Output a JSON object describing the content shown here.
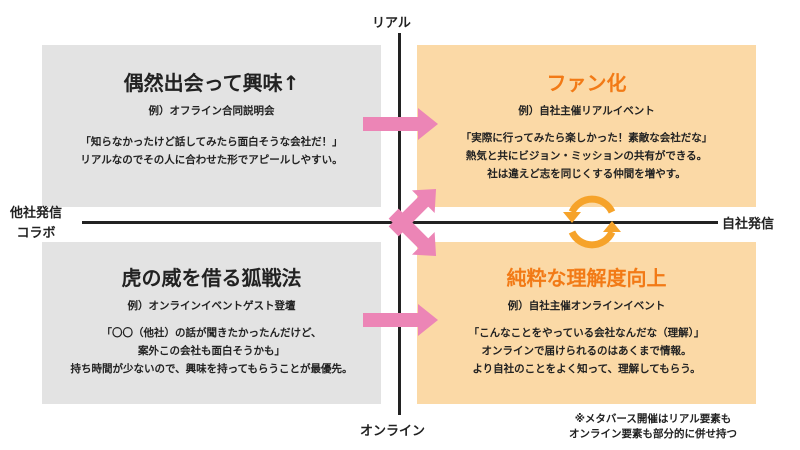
{
  "axis": {
    "top": "リアル",
    "bottom": "オンライン",
    "left_line1": "他社発信",
    "left_line2": "コラボ",
    "right": "自社発信"
  },
  "quadrants": {
    "top_left": {
      "title": "偶然出会って興味↑",
      "subtitle": "例）オフライン合同説明会",
      "desc_line1": "「知らなかったけど話してみたら面白そうな会社だ！」",
      "desc_line2": "リアルなのでその人に合わせた形でアピールしやすい。"
    },
    "top_right": {
      "title": "ファン化",
      "subtitle": "例）自社主催リアルイベント",
      "desc_line1": "「実際に行ってみたら楽しかった！素敵な会社だな」",
      "desc_line2": "熱気と共にビジョン・ミッションの共有ができる。",
      "desc_line3": "社は違えど志を同じくする仲間を増やす。"
    },
    "bottom_left": {
      "title": "虎の威を借る狐戦法",
      "subtitle": "例）オンラインイベントゲスト登壇",
      "desc_line1": "「〇〇（他社）の話が聞きたかったんだけど、",
      "desc_line2": "案外この会社も面白そうかも」",
      "desc_line3": "持ち時間が少ないので、興味を持ってもらうことが最優先。"
    },
    "bottom_right": {
      "title": "純粋な理解度向上",
      "subtitle": "例）自社主催オンラインイベント",
      "desc_line1": "「こんなことをやっている会社なんだな（理解）」",
      "desc_line2": "オンラインで届けられるのはあくまで情報。",
      "desc_line3": "より自社のことをよく知って、理解してもらう。"
    }
  },
  "note": {
    "line1": "※メタバース開催はリアル要素も",
    "line2": "オンライン要素も部分的に併せ持つ"
  },
  "colors": {
    "gray_box": "#e3e3e3",
    "orange_box": "#fbd9a6",
    "title_orange": "#f27a16",
    "arrow_pink": "#ec85b6",
    "cycle_orange": "#f6a32a",
    "axis": "#222222"
  },
  "icons": {
    "arrows": "pink-flow-arrows",
    "cycle": "cycle-refresh-icon"
  }
}
